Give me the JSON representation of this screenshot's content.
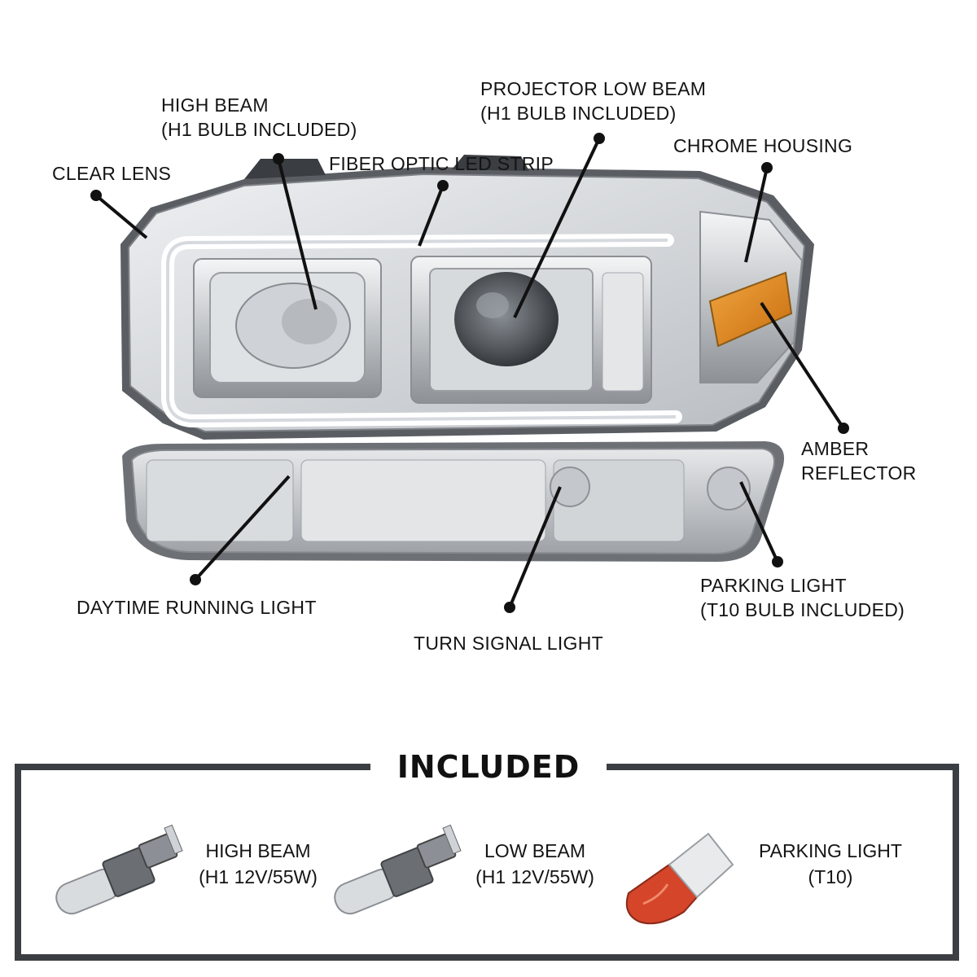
{
  "callouts": {
    "clear_lens": "CLEAR LENS",
    "high_beam_line1": "HIGH BEAM",
    "high_beam_line2": "(H1 BULB INCLUDED)",
    "fiber_optic": "FIBER OPTIC LED STRIP",
    "projector_line1": "PROJECTOR LOW BEAM",
    "projector_line2": "(H1 BULB INCLUDED)",
    "chrome_housing": "CHROME HOUSING",
    "amber_line1": "AMBER",
    "amber_line2": "REFLECTOR",
    "parking_line1": "PARKING LIGHT",
    "parking_line2": "(T10 BULB INCLUDED)",
    "daytime": "DAYTIME RUNNING LIGHT",
    "turn_signal": "TURN SIGNAL LIGHT"
  },
  "included": {
    "title": "INCLUDED",
    "items": [
      {
        "line1": "HIGH BEAM",
        "line2": "(H1 12V/55W)",
        "icon": "h1-bulb-icon"
      },
      {
        "line1": "LOW BEAM",
        "line2": "(H1 12V/55W)",
        "icon": "h1-bulb-icon"
      },
      {
        "line1": "PARKING LIGHT",
        "line2": "(T10)",
        "icon": "t10-bulb-icon"
      }
    ]
  },
  "colors": {
    "frame": "#3b3f44",
    "amber": "#e08a1e",
    "t10_bulb": "#d4452a",
    "chrome": "#c9ccd0"
  }
}
